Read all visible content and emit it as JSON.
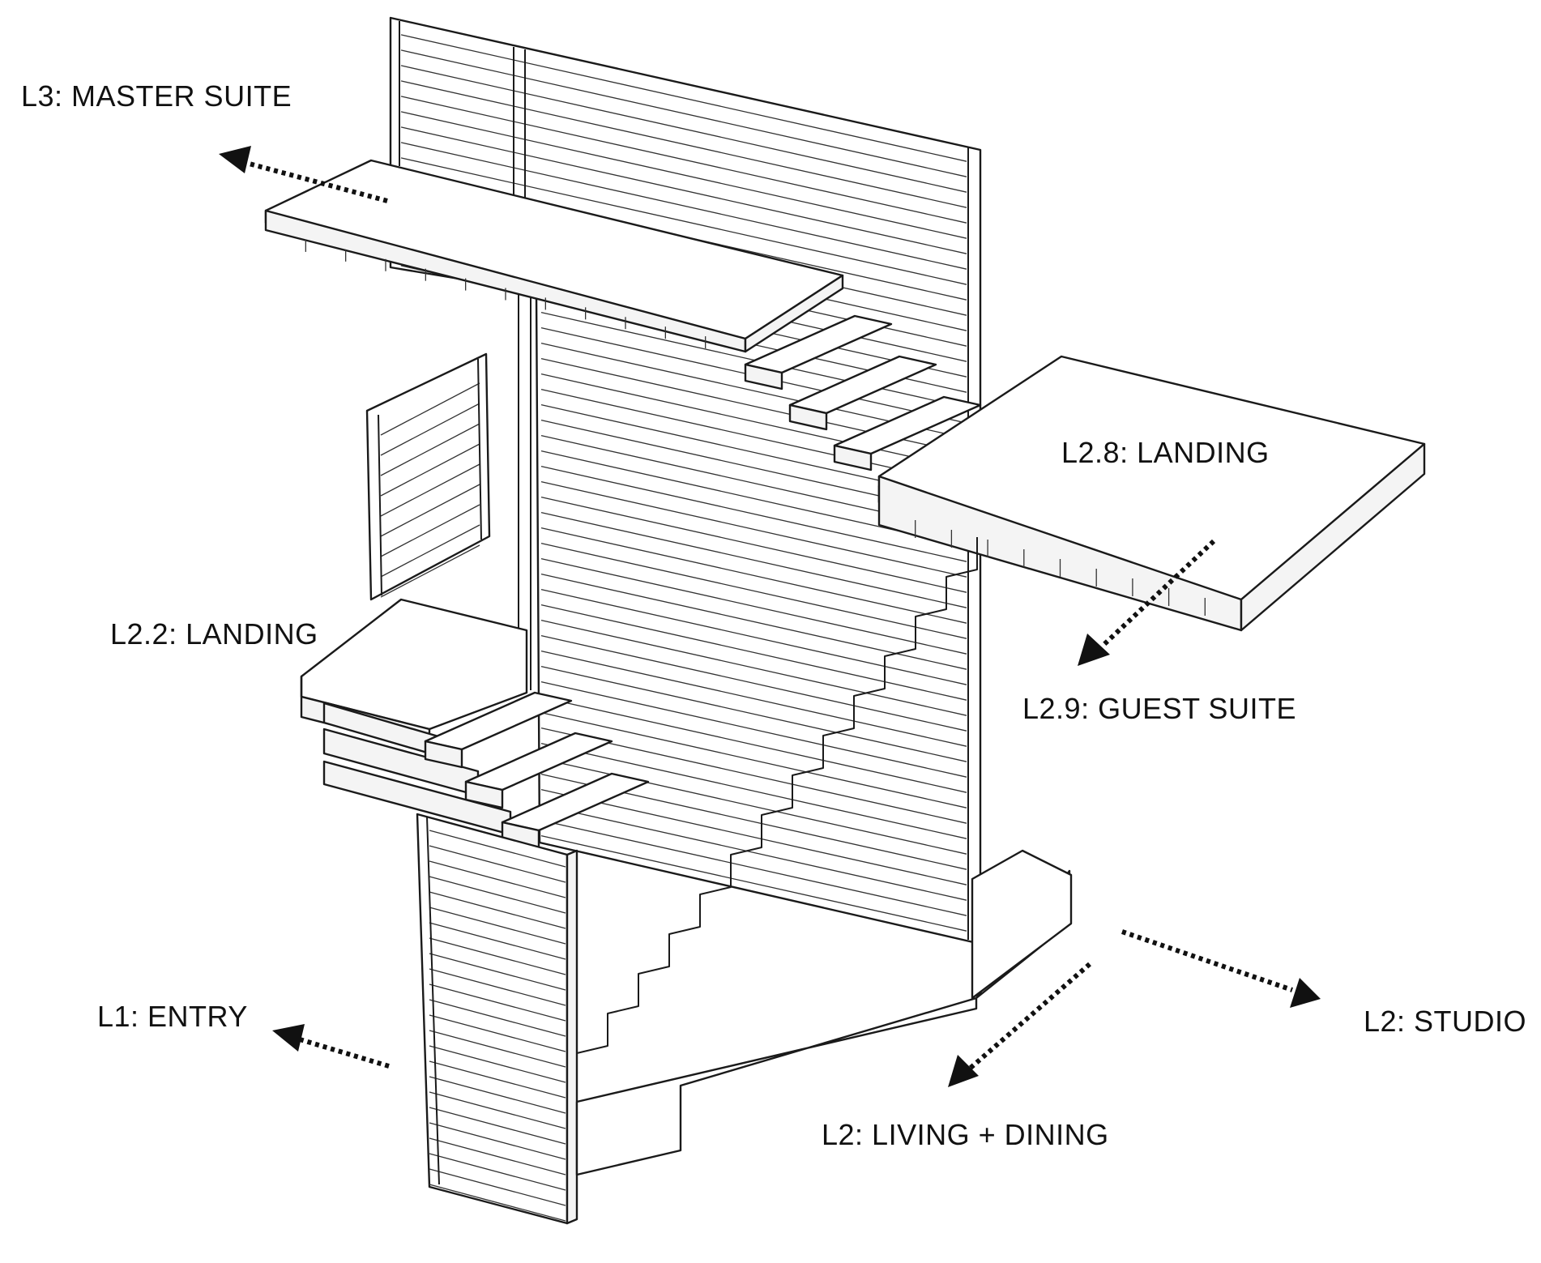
{
  "labels": {
    "master_suite": "L3: MASTER SUITE",
    "landing_28": "L2.8: LANDING",
    "landing_22": "L2.2: LANDING",
    "guest_suite": "L2.9: GUEST SUITE",
    "entry": "L1: ENTRY",
    "studio": "L2: STUDIO",
    "living_dining": "L2: LIVING + DINING"
  }
}
